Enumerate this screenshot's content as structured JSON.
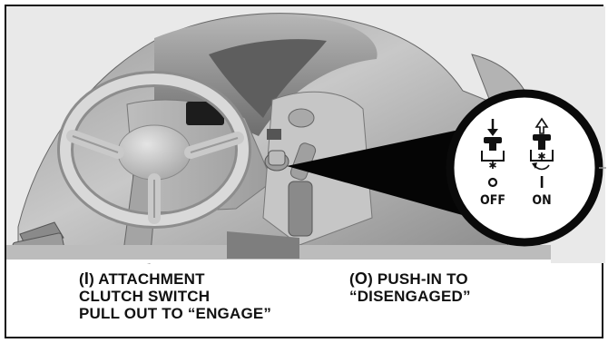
{
  "figure": {
    "callout": {
      "off_label": "OFF",
      "on_label": "ON"
    },
    "captions": {
      "left": {
        "line1_prefix": "(",
        "line1_symbol": "I",
        "line1_rest": ") ATTACHMENT",
        "line2": "CLUTCH SWITCH",
        "line3": "PULL OUT TO “ENGAGE”"
      },
      "right": {
        "line1_prefix": "(",
        "line1_symbol": "O",
        "line1_rest": ") PUSH-IN TO",
        "line2": "“DISENGAGED”"
      }
    }
  }
}
